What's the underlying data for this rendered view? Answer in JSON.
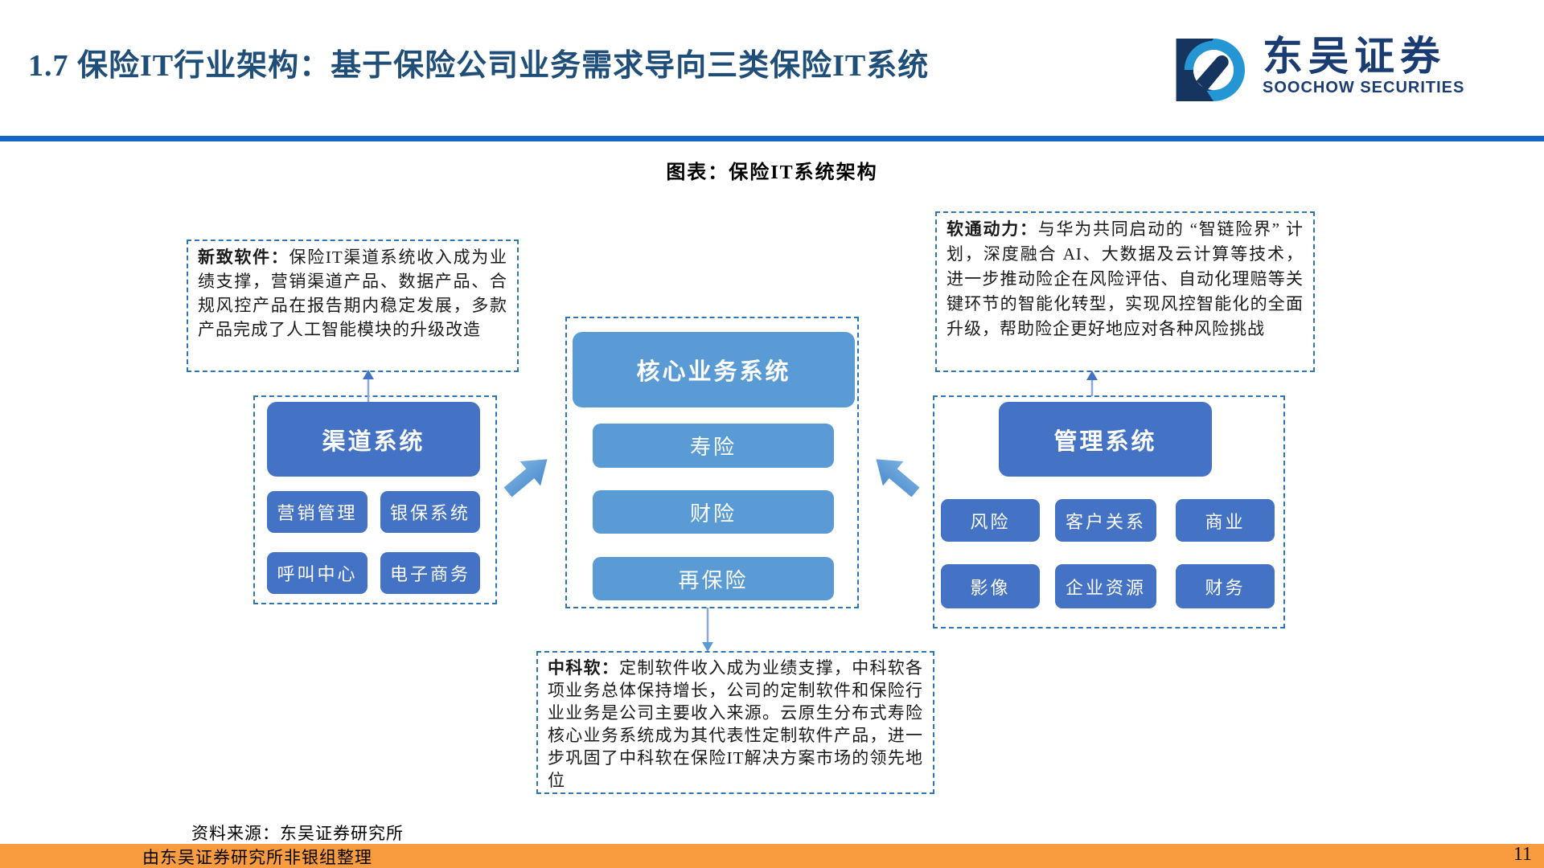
{
  "header": {
    "title": "1.7 保险IT行业架构：基于保险公司业务需求导向三类保险IT系统",
    "logo": {
      "cn": "东吴证券",
      "en": "SOOCHOW SECURITIES"
    }
  },
  "chart": {
    "caption": "图表：保险IT系统架构"
  },
  "diagram": {
    "notes": {
      "left": {
        "label": "新致软件：",
        "text": "保险IT渠道系统收入成为业绩支撑，营销渠道产品、数据产品、合规风控产品在报告期内稳定发展，多款产品完成了人工智能模块的升级改造"
      },
      "right": {
        "label": "软通动力：",
        "text": "与华为共同启动的 “智链险界” 计划，深度融合 AI、大数据及云计算等技术，进一步推动险企在风险评估、自动化理赔等关键环节的智能化转型，实现风控智能化的全面升级，帮助险企更好地应对各种风险挑战"
      },
      "bottom": {
        "label": "中科软：",
        "text": "定制软件收入成为业绩支撑，中科软各项业务总体保持增长，公司的定制软件和保险行业业务是公司主要收入来源。云原生分布式寿险核心业务系统成为其代表性定制软件产品，进一步巩固了中科软在保险IT解决方案市场的领先地位"
      }
    },
    "groups": {
      "channel": {
        "title": "渠道系统",
        "items": [
          "营销管理",
          "银保系统",
          "呼叫中心",
          "电子商务"
        ]
      },
      "core": {
        "title": "核心业务系统",
        "items": [
          "寿险",
          "财险",
          "再保险"
        ]
      },
      "management": {
        "title": "管理系统",
        "items": [
          "风险",
          "客户关系",
          "商业",
          "影像",
          "企业资源",
          "财务"
        ]
      }
    },
    "colors": {
      "dark_blue_node": "#4472C4",
      "light_blue_node": "#5B9BD5",
      "dashed_border": "#2E75B6",
      "header_rule": "#1465C8",
      "title_navy": "#1F4E79"
    }
  },
  "footer": {
    "source_line1": "资料来源：东吴证券研究所",
    "source_line2": "由东吴证券研究所非银组整理",
    "page_number": "11",
    "bar_color": "#F89C3F"
  }
}
